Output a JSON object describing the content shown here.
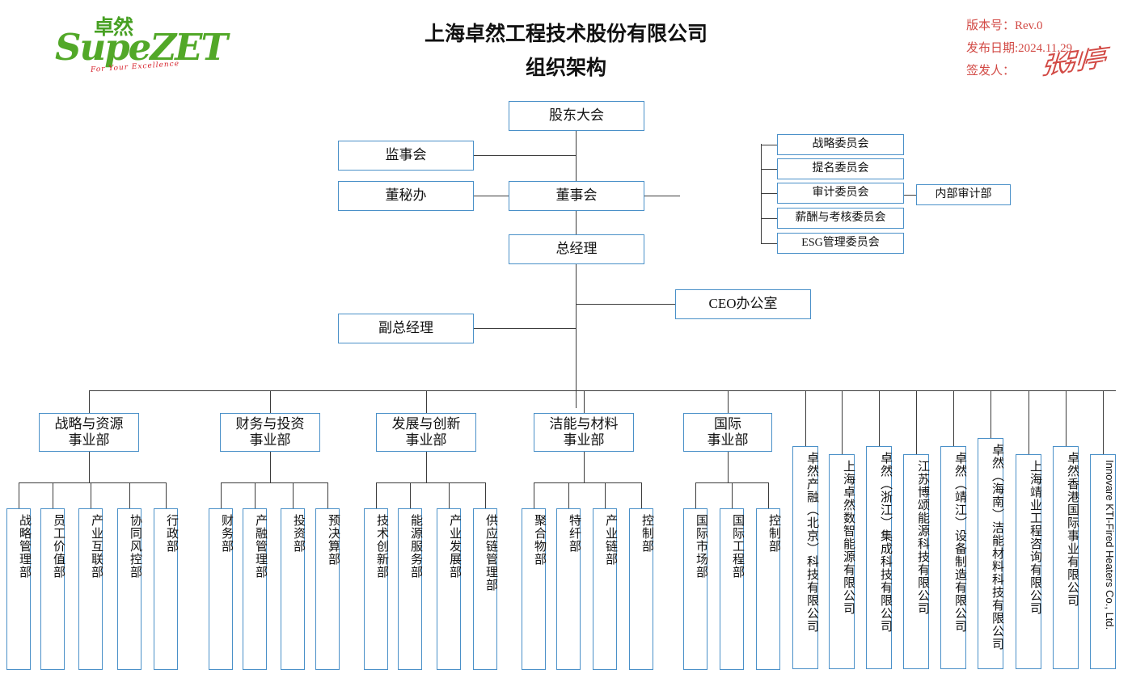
{
  "header": {
    "logo": {
      "cn": "卓然",
      "main_part1": "Supe",
      "main_part2": "ZET",
      "tagline": "For Your Excellence"
    },
    "title_line1": "上海卓然工程技术股份有限公司",
    "title_line2": "组织架构",
    "meta": {
      "version_label": "版本号：Rev.0",
      "date_label": "发布日期:2024.11.29",
      "issuer_label": "签发人：",
      "signature": "张别亭",
      "color": "#d24a45"
    }
  },
  "colors": {
    "box_border": "#4a90c8",
    "connector": "#3c3c3c",
    "accent_green": "#52a828",
    "accent_red": "#d6202a"
  },
  "top": {
    "shareholders": "股东大会",
    "supervisors": "监事会",
    "board_secretary": "董秘办",
    "board": "董事会",
    "general_manager": "总经理",
    "deputy_general_manager": "副总经理",
    "ceo_office": "CEO办公室"
  },
  "committees": [
    {
      "label": "战略委员会"
    },
    {
      "label": "提名委员会"
    },
    {
      "label": "审计委员会"
    },
    {
      "label": "薪酬与考核委员会"
    },
    {
      "label": "ESG管理委员会"
    }
  ],
  "internal_audit": "内部审计部",
  "divisions": [
    {
      "name_line1": "战略与资源",
      "name_line2": "事业部",
      "departments": [
        "战略管理部",
        "员工价值部",
        "产业互联部",
        "协同风控部",
        "行政部"
      ]
    },
    {
      "name_line1": "财务与投资",
      "name_line2": "事业部",
      "departments": [
        "财务部",
        "产融管理部",
        "投资部",
        "预决算部"
      ]
    },
    {
      "name_line1": "发展与创新",
      "name_line2": "事业部",
      "departments": [
        "技术创新部",
        "能源服务部",
        "产业发展部",
        "供应链管理部"
      ]
    },
    {
      "name_line1": "洁能与材料",
      "name_line2": "事业部",
      "departments": [
        "聚合物部",
        "特纤部",
        "产业链部",
        "控制部"
      ]
    },
    {
      "name_line1": "国际",
      "name_line2": "事业部",
      "departments": [
        "国际市场部",
        "国际工程部",
        "控制部"
      ]
    }
  ],
  "subsidiaries": [
    "卓然产融（北京）科技有限公司",
    "上海卓然数智能源有限公司",
    "卓然（浙江）集成科技有限公司",
    "江苏博颂能源科技有限公司",
    "卓然（靖江）设备制造有限公司",
    "卓然（海南）洁能材料科技有限公司",
    "上海靖业工程咨询有限公司",
    "卓然香港国际事业有限公司",
    "Innovare KTI-Fired Heaters Co., Ltd."
  ]
}
